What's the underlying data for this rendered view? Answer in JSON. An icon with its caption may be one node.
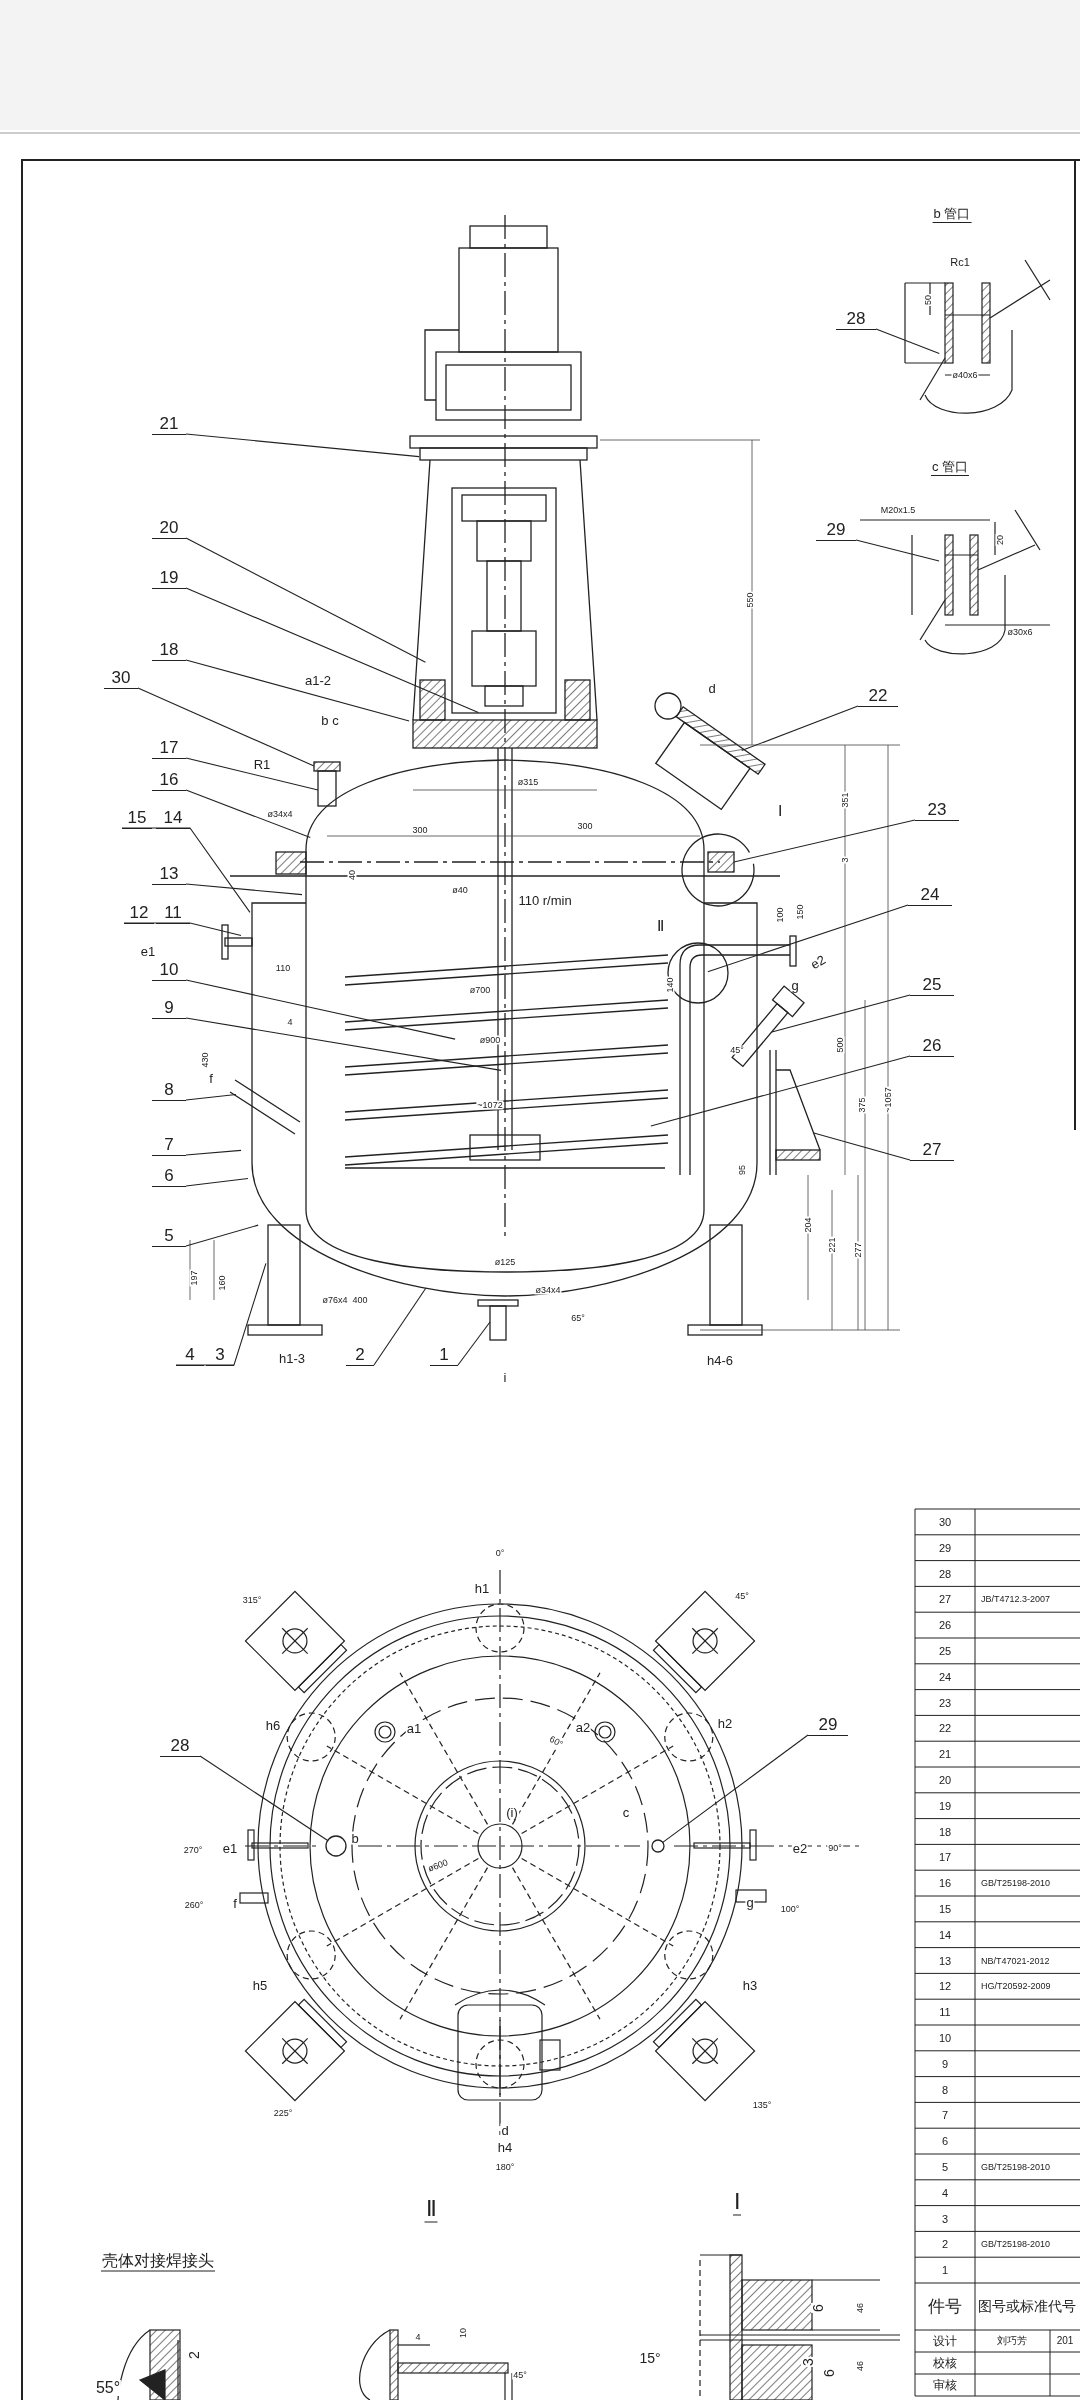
{
  "diagram": {
    "nodes": [
      {
        "text": [
          "21"
        ]
      },
      {
        "text": [
          "20"
        ]
      },
      {
        "text": [
          "19"
        ]
      },
      {
        "text": [
          "18"
        ]
      },
      {
        "text": [
          "30"
        ]
      },
      {
        "text": [
          "17"
        ]
      },
      {
        "text": [
          "16"
        ]
      },
      {
        "text": [
          "15"
        ]
      },
      {
        "text": [
          "14"
        ]
      },
      {
        "text": [
          "13"
        ]
      },
      {
        "text": [
          "12"
        ]
      },
      {
        "text": [
          "11"
        ]
      },
      {
        "text": [
          "10"
        ]
      },
      {
        "text": [
          "9"
        ]
      },
      {
        "text": [
          "8"
        ]
      },
      {
        "text": [
          "7"
        ]
      },
      {
        "text": [
          "6"
        ]
      },
      {
        "text": [
          "5"
        ]
      },
      {
        "text": [
          "4"
        ]
      },
      {
        "text": [
          "3"
        ]
      },
      {
        "text": [
          "2"
        ]
      },
      {
        "text": [
          "1"
        ]
      },
      {
        "text": [
          "22"
        ]
      },
      {
        "text": [
          "23"
        ]
      },
      {
        "text": [
          "24"
        ]
      },
      {
        "text": [
          "25"
        ]
      },
      {
        "text": [
          "26"
        ]
      },
      {
        "text": [
          "27"
        ]
      },
      {
        "text": [
          "28"
        ]
      },
      {
        "text": [
          "29"
        ]
      },
      {
        "text": [
          "28"
        ]
      },
      {
        "text": [
          "29"
        ]
      },
      {
        "text": [],
        "shape": "box"
      },
      {
        "text": [],
        "shape": "box"
      },
      {
        "text": [],
        "shape": "box"
      },
      {
        "text": [],
        "shape": "box"
      },
      {
        "text": [],
        "shape": "circle"
      },
      {
        "text": [],
        "shape": "circle"
      }
    ],
    "edges": [
      {
        "from": 0,
        "to": null,
        "arrow": "none"
      },
      {
        "from": 1,
        "to": null,
        "arrow": "none"
      },
      {
        "from": 2,
        "to": null,
        "arrow": "none"
      },
      {
        "from": 3,
        "to": null,
        "arrow": "none"
      },
      {
        "from": 4,
        "to": 32,
        "arrow": "none"
      },
      {
        "from": 5,
        "to": 33,
        "arrow": "none"
      },
      {
        "from": 6,
        "to": null,
        "arrow": "none"
      },
      {
        "from": 7,
        "to": null,
        "arrow": "none"
      },
      {
        "from": 8,
        "to": null,
        "arrow": "none"
      },
      {
        "from": 9,
        "to": null,
        "arrow": "none"
      },
      {
        "from": 10,
        "to": null,
        "arrow": "none"
      },
      {
        "from": 11,
        "to": null,
        "arrow": "none"
      },
      {
        "from": 12,
        "to": null,
        "arrow": "none"
      },
      {
        "from": 13,
        "to": null,
        "arrow": "none"
      },
      {
        "from": 14,
        "to": null,
        "arrow": "none"
      },
      {
        "from": 15,
        "to": null,
        "arrow": "none"
      },
      {
        "from": 16,
        "to": null,
        "arrow": "none"
      },
      {
        "from": 17,
        "to": null,
        "arrow": "none"
      },
      {
        "from": 18,
        "to": null,
        "arrow": "none"
      },
      {
        "from": 19,
        "to": null,
        "arrow": "none"
      },
      {
        "from": 20,
        "to": null,
        "arrow": "none"
      },
      {
        "from": 21,
        "to": 35,
        "arrow": "none"
      },
      {
        "from": 22,
        "to": null,
        "arrow": "none"
      },
      {
        "from": 23,
        "to": 34,
        "arrow": "none"
      },
      {
        "from": 24,
        "to": null,
        "arrow": "none"
      },
      {
        "from": 25,
        "to": null,
        "arrow": "none"
      },
      {
        "from": 26,
        "to": null,
        "arrow": "none"
      },
      {
        "from": 27,
        "to": null,
        "arrow": "none"
      },
      {
        "from": 28,
        "to": null,
        "arrow": "none"
      },
      {
        "from": 29,
        "to": null,
        "arrow": "none"
      },
      {
        "from": 30,
        "to": 36,
        "arrow": "none"
      },
      {
        "from": 31,
        "to": 37,
        "arrow": "none"
      }
    ],
    "labels": [
      "b 管口",
      "Rc1",
      "50",
      "ø40x6",
      "c 管口",
      "M20x1.5",
      "20",
      "ø30x6",
      "a1-2",
      "b c",
      "R1",
      "ø34x4",
      "ø315",
      "300",
      "300",
      "40",
      "d",
      "550",
      "351",
      "3",
      "Ⅰ",
      "ø40",
      "110 r/min",
      "Ⅱ",
      "100",
      "150",
      "e2",
      "g",
      "e1",
      "ø700",
      "ø900",
      "140",
      "45°",
      "500",
      "375",
      "~1057",
      "f",
      "~1072",
      "95",
      "204",
      "221",
      "277",
      "ø125",
      "400",
      "ø34x4",
      "h1-3",
      "i",
      "h4-6",
      "197",
      "160",
      "ø76x4",
      "65°",
      "430",
      "110",
      "4",
      "0°",
      "h1",
      "315°",
      "45°",
      "h6",
      "a1",
      "a2",
      "h2",
      "60°",
      "b",
      "(i)",
      "c",
      "270°",
      "e1",
      "e2",
      "90°",
      "ø600",
      "260°",
      "f",
      "g",
      "100°",
      "h5",
      "h3",
      "225°",
      "135°",
      "d",
      "h4",
      "180°",
      "壳体对接焊接头",
      "Ⅱ",
      "Ⅰ",
      "55°",
      "2",
      "4",
      "10",
      "45°",
      "15°",
      "6",
      "3",
      "6",
      "46",
      "46",
      "30",
      "29",
      "28",
      "27",
      "JB/T4712.3-2007",
      "26",
      "25",
      "24",
      "23",
      "22",
      "21",
      "20",
      "19",
      "18",
      "17",
      "16",
      "GB/T25198-2010",
      "15",
      "14",
      "13",
      "NB/T47021-2012",
      "12",
      "HG/T20592-2009",
      "11",
      "10",
      "9",
      "8",
      "7",
      "6",
      "5",
      "GB/T25198-2010",
      "4",
      "3",
      "2",
      "GB/T25198-2010",
      "1",
      "件号",
      "图号或标准代号",
      "设计",
      "刘巧芳",
      "201",
      "校核",
      "审核"
    ]
  }
}
